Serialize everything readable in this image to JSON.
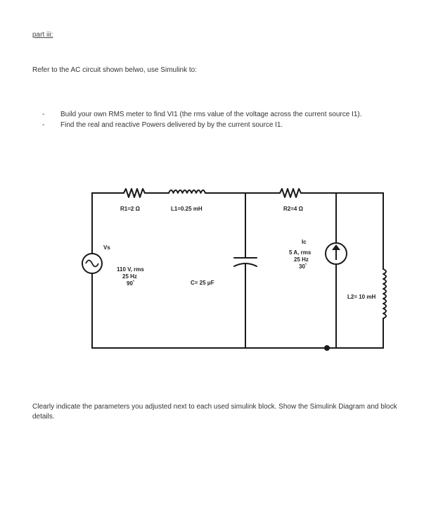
{
  "heading": "part iii:",
  "intro": "Refer to the AC circuit shown belwo, use Simulink to:",
  "tasks": [
    {
      "bullet": "-",
      "text": "Build your own RMS meter to find VI1 (the rms value of the voltage across the current source I1)."
    },
    {
      "bullet": "-",
      "text": "Find the real and reactive Powers delivered by by the current source I1."
    }
  ],
  "circuit": {
    "r1_label": "R1=2 Ω",
    "l1_label": "L1=0.25 mH",
    "r2_label": "R2=4 Ω",
    "vs_label": "Vs",
    "vs_value": "110 V, rms",
    "vs_freq": "25 Hz",
    "vs_phase": "90",
    "vs_phase_unit": "°",
    "c_label": "C= 25 μF",
    "ic_label": "Ic",
    "is_value": "5 A, rms",
    "is_freq": "25 Hz",
    "is_phase": "30",
    "is_phase_unit": "°",
    "l2_label": "L2= 10 mH"
  },
  "closing": "Clearly indicate the parameters you adjusted next to each used simulink block. Show the Simulink Diagram and block details."
}
